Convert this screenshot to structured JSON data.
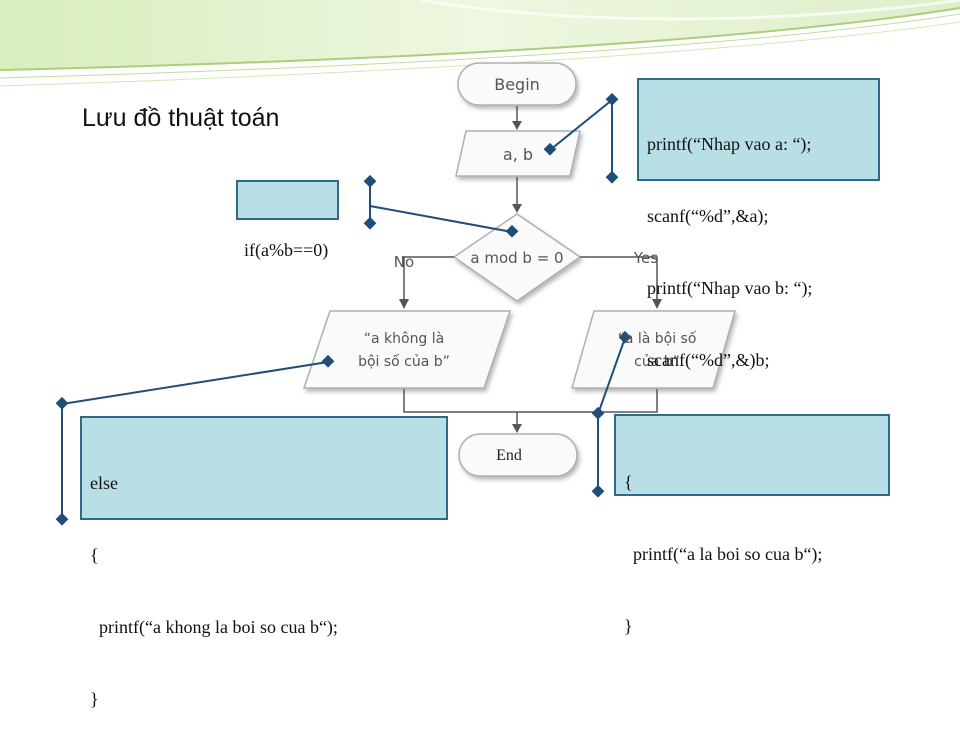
{
  "slide": {
    "title": "Lưu đồ thuật toán",
    "callouts": {
      "input_code": [
        "printf(“Nhap vao a: “);",
        "scanf(“%d”,&a);",
        "printf(“Nhap vao b: “);",
        "scanf(“%d”,&)b;"
      ],
      "condition_code": "if(a%b==0)",
      "else_code": [
        "else",
        "{",
        "  printf(“a khong la boi so cua b“);",
        "}"
      ],
      "then_code": [
        "{",
        "  printf(“a la boi so cua b“);",
        "}"
      ]
    }
  },
  "flowchart": {
    "begin": "Begin",
    "input": "a, b",
    "decision": "a mod b = 0",
    "no_label": "No",
    "yes_label": "Yes",
    "out_no_line1": "“a không là",
    "out_no_line2": "bội số của b”",
    "out_yes_line1": "“a là bội số",
    "out_yes_line2": "của b”",
    "end": "End"
  },
  "colors": {
    "callout_fill": "#b8dee6",
    "callout_border": "#2f6b86",
    "connector": "#1f4e79",
    "header_green": "#c8e3a0"
  }
}
